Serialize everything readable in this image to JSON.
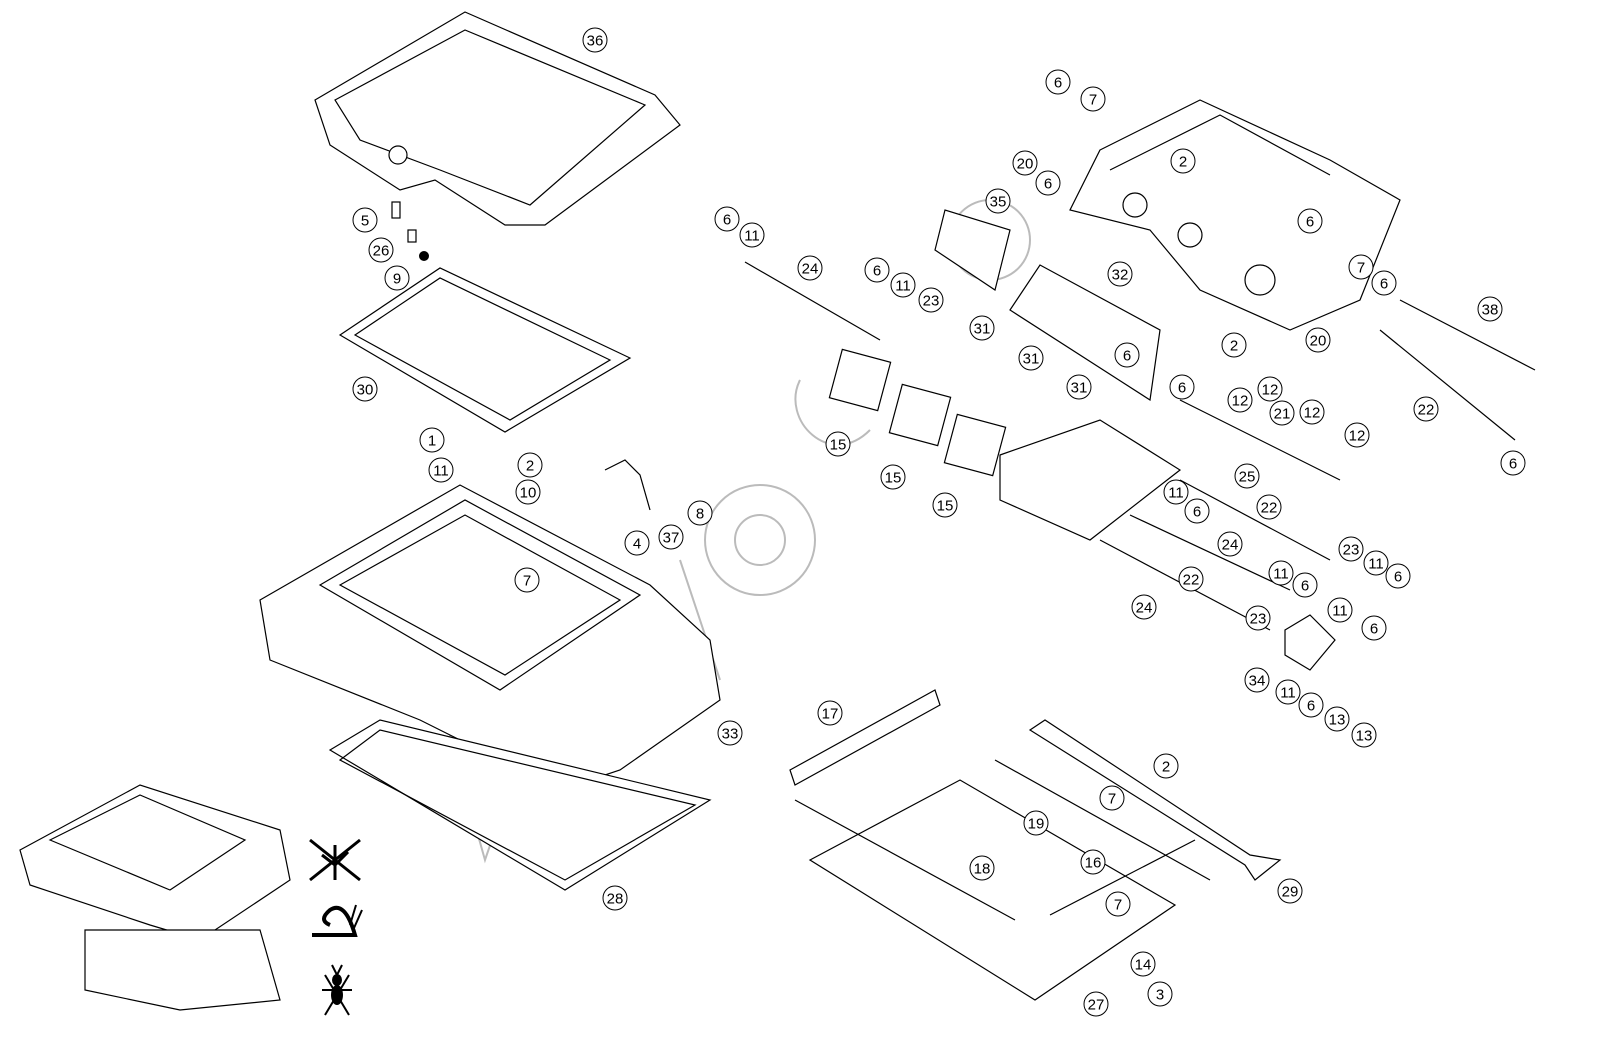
{
  "diagram": {
    "type": "exploded-parts-diagram",
    "callouts": [
      "36",
      "5",
      "26",
      "9",
      "30",
      "1",
      "11",
      "2",
      "10",
      "8",
      "4",
      "37",
      "7",
      "33",
      "28",
      "6",
      "7",
      "20",
      "2",
      "6",
      "35",
      "32",
      "6",
      "7",
      "6",
      "38",
      "20",
      "2",
      "6",
      "6",
      "12",
      "12",
      "21",
      "12",
      "12",
      "22",
      "6",
      "25",
      "22",
      "6",
      "11",
      "24",
      "6",
      "11",
      "23",
      "31",
      "31",
      "31",
      "15",
      "15",
      "15",
      "11",
      "6",
      "24",
      "23",
      "11",
      "6",
      "22",
      "24",
      "11",
      "6",
      "23",
      "11",
      "6",
      "34",
      "11",
      "6",
      "13",
      "13",
      "17",
      "2",
      "7",
      "19",
      "16",
      "18",
      "7",
      "29",
      "14",
      "3",
      "27"
    ],
    "icons": [
      "crossed-out-plant-icon",
      "snail-icon",
      "ant-icon"
    ],
    "line_color": "#000000",
    "watermark_color": "#bbbbbb"
  }
}
